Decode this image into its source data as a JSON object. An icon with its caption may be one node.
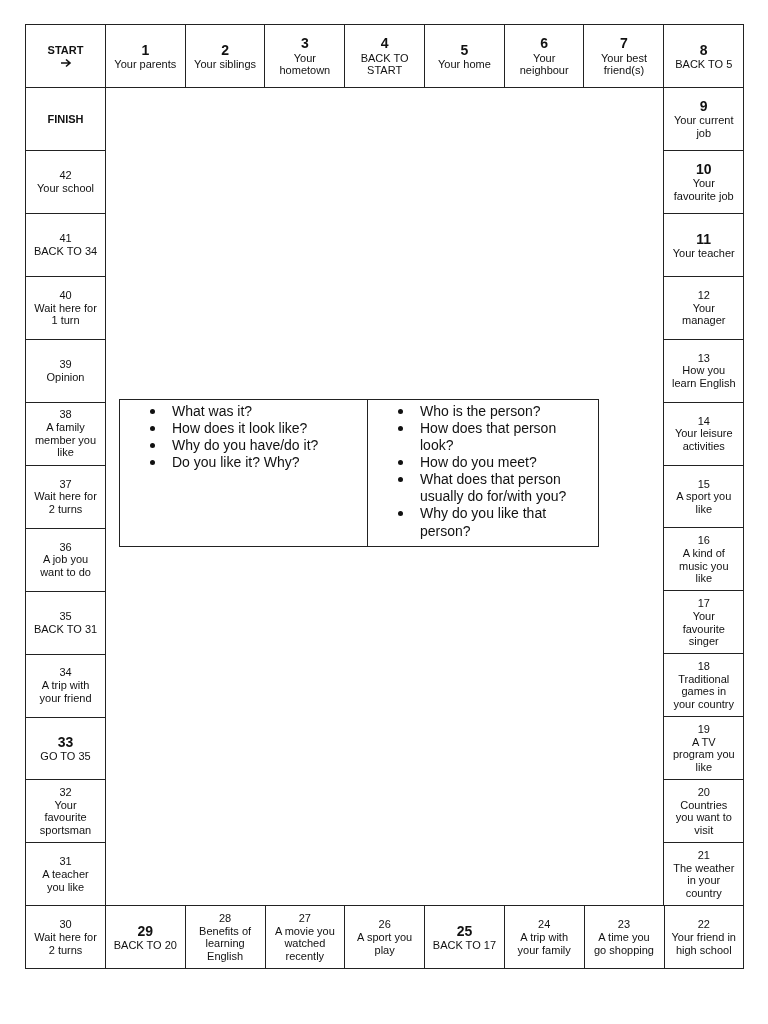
{
  "diagram": {
    "nodes": [
      {
        "text": [
          "START"
        ]
      },
      {
        "text": [
          "1",
          "Your parents"
        ]
      },
      {
        "text": [
          "2",
          "Your siblings"
        ]
      },
      {
        "text": [
          "3",
          "Your hometown"
        ]
      },
      {
        "text": [
          "4",
          "BACK TO START"
        ]
      },
      {
        "text": [
          "5",
          "Your home"
        ]
      },
      {
        "text": [
          "6",
          "Your neighbour"
        ]
      },
      {
        "text": [
          "7",
          "Your best friend(s)"
        ]
      },
      {
        "text": [
          "8",
          "BACK TO 5"
        ]
      },
      {
        "text": [
          "9",
          "Your current job"
        ]
      },
      {
        "text": [
          "10",
          "Your favourite job"
        ]
      },
      {
        "text": [
          "11",
          "Your teacher"
        ]
      },
      {
        "text": [
          "12",
          "Your manager"
        ]
      },
      {
        "text": [
          "13",
          "How you learn English"
        ]
      },
      {
        "text": [
          "14",
          "Your leisure activities"
        ]
      },
      {
        "text": [
          "15",
          "A sport you like"
        ]
      },
      {
        "text": [
          "16",
          "A kind of music you like"
        ]
      },
      {
        "text": [
          "17",
          "Your favourite singer"
        ]
      },
      {
        "text": [
          "18",
          "Traditional games in your country"
        ]
      },
      {
        "text": [
          "19",
          "A TV program you like"
        ]
      },
      {
        "text": [
          "20",
          "Countries you want to visit"
        ]
      },
      {
        "text": [
          "21",
          "The weather in your country"
        ]
      },
      {
        "text": [
          "22",
          "Your friend in high school"
        ]
      },
      {
        "text": [
          "23",
          "A time you go shopping"
        ]
      },
      {
        "text": [
          "24",
          "A trip with your family"
        ]
      },
      {
        "text": [
          "25",
          "BACK TO 17"
        ]
      },
      {
        "text": [
          "26",
          "A sport you play"
        ]
      },
      {
        "text": [
          "27",
          "A movie you watched recently"
        ]
      },
      {
        "text": [
          "28",
          "Benefits of learning English"
        ]
      },
      {
        "text": [
          "29",
          "BACK TO 20"
        ]
      },
      {
        "text": [
          "30",
          "Wait here for 2 turns"
        ]
      },
      {
        "text": [
          "31",
          "A teacher you like"
        ]
      },
      {
        "text": [
          "32",
          "Your favourite sportsman"
        ]
      },
      {
        "text": [
          "33",
          "GO TO 35"
        ]
      },
      {
        "text": [
          "34",
          "A trip with your friend"
        ]
      },
      {
        "text": [
          "35",
          "BACK TO 31"
        ]
      },
      {
        "text": [
          "36",
          "A job you want to do"
        ]
      },
      {
        "text": [
          "37",
          "Wait here for 2 turns"
        ]
      },
      {
        "text": [
          "38",
          "A family member you like"
        ]
      },
      {
        "text": [
          "39",
          "Opinion"
        ]
      },
      {
        "text": [
          "40",
          "Wait here for 1 turn"
        ]
      },
      {
        "text": [
          "41",
          "BACK TO 34"
        ]
      },
      {
        "text": [
          "42",
          "Your school"
        ]
      },
      {
        "text": [
          "FINISH"
        ]
      },
      {
        "text": [
          "What was it?",
          "How does it look like?",
          "Why do you have/do it?",
          "Do you like it? Why?"
        ]
      },
      {
        "text": [
          "Who is the person?",
          "How does that person look?",
          "How do you meet?",
          "What does that person usually do for/with you?",
          "Why do you like that person?"
        ]
      }
    ],
    "edges": []
  }
}
